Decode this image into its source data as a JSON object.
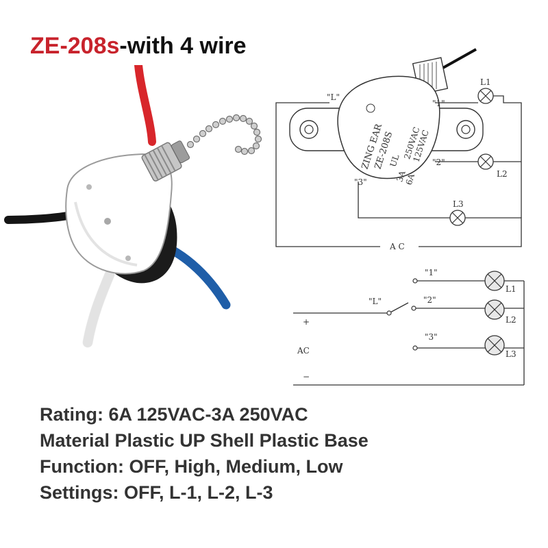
{
  "title": {
    "model": "ZE-208s",
    "suffix": "-with 4 wire",
    "model_color": "#c8232c"
  },
  "wire_colors": {
    "red": "#d8262b",
    "black": "#151515",
    "blue": "#1f5ea8",
    "white": "#f2f2f2"
  },
  "top_diagram": {
    "switch_body": {
      "brand": "ZING EAR",
      "model": "ZE-208S",
      "ul_mark": "UL",
      "rating_250": "250VAC",
      "rating_125": "125VAC",
      "amp_3": "3A",
      "amp_6": "6A"
    },
    "terminals": {
      "l": "\"L\"",
      "t1": "\"1\"",
      "t2": "\"2\"",
      "t3": "\"3\""
    },
    "lamps": {
      "l1": "L1",
      "l2": "L2",
      "l3": "L3"
    },
    "ac_label": "A C"
  },
  "bottom_diagram": {
    "terminals": {
      "l": "\"L\"",
      "t1": "\"1\"",
      "t2": "\"2\"",
      "t3": "\"3\""
    },
    "lamps": {
      "l1": "L1",
      "l2": "L2",
      "l3": "L3"
    },
    "plus": "+",
    "minus": "−",
    "ac_label": "AC"
  },
  "specs": {
    "rating": "Rating: 6A 125VAC-3A 250VAC",
    "material": "Material Plastic UP Shell Plastic Base",
    "function": "Function: OFF, High, Medium, Low",
    "settings": "Settings: OFF, L-1, L-2, L-3"
  }
}
